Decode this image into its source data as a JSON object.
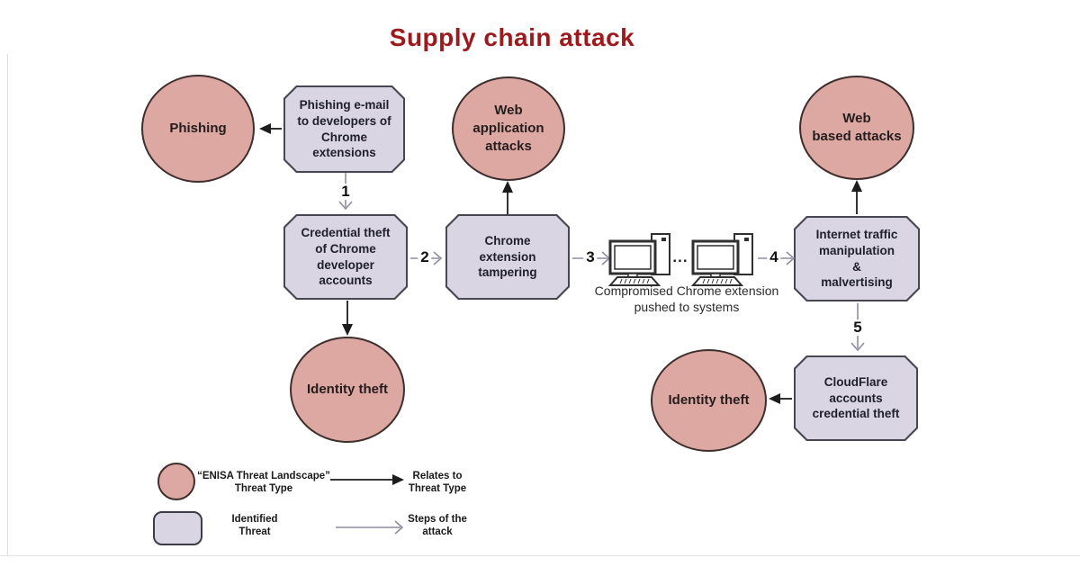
{
  "title": "Supply chain attack",
  "colors": {
    "title": "#9c191c",
    "circle_fill": "#dda7a2",
    "circle_border": "#3e2f2e",
    "box_fill": "#d9d5e3",
    "box_border": "#474752",
    "step_arrow": "#8f8ca0",
    "relation_arrow": "#1c1c1c"
  },
  "diagram": {
    "circles": [
      {
        "label": "Phishing"
      },
      {
        "label": "Web\napplication\nattacks"
      },
      {
        "label": "Web\nbased attacks"
      },
      {
        "label": "Identity theft"
      },
      {
        "label": "Identity theft"
      }
    ],
    "boxes": [
      {
        "label": "Phishing e-mail\nto developers of\nChrome\nextensions"
      },
      {
        "label": "Credential theft\nof Chrome\ndeveloper\naccounts"
      },
      {
        "label": "Chrome\nextension\ntampering"
      },
      {
        "label": "Internet traffic\nmanipulation\n&\nmalvertising"
      },
      {
        "label": "CloudFlare\naccounts\ncredential theft"
      }
    ],
    "steps": [
      "1",
      "2",
      "3",
      "4",
      "5"
    ],
    "ellipsis": "...",
    "computers_caption": "Compromised Chrome extension\npushed to systems",
    "icons": [
      "computer-icon",
      "computer-icon"
    ]
  },
  "legend": {
    "circle_label": "“ENISA Threat Landscape”\nThreat Type",
    "box_label": "Identified\nThreat",
    "relates_label": "Relates to\nThreat Type",
    "steps_label": "Steps of the\nattack"
  }
}
